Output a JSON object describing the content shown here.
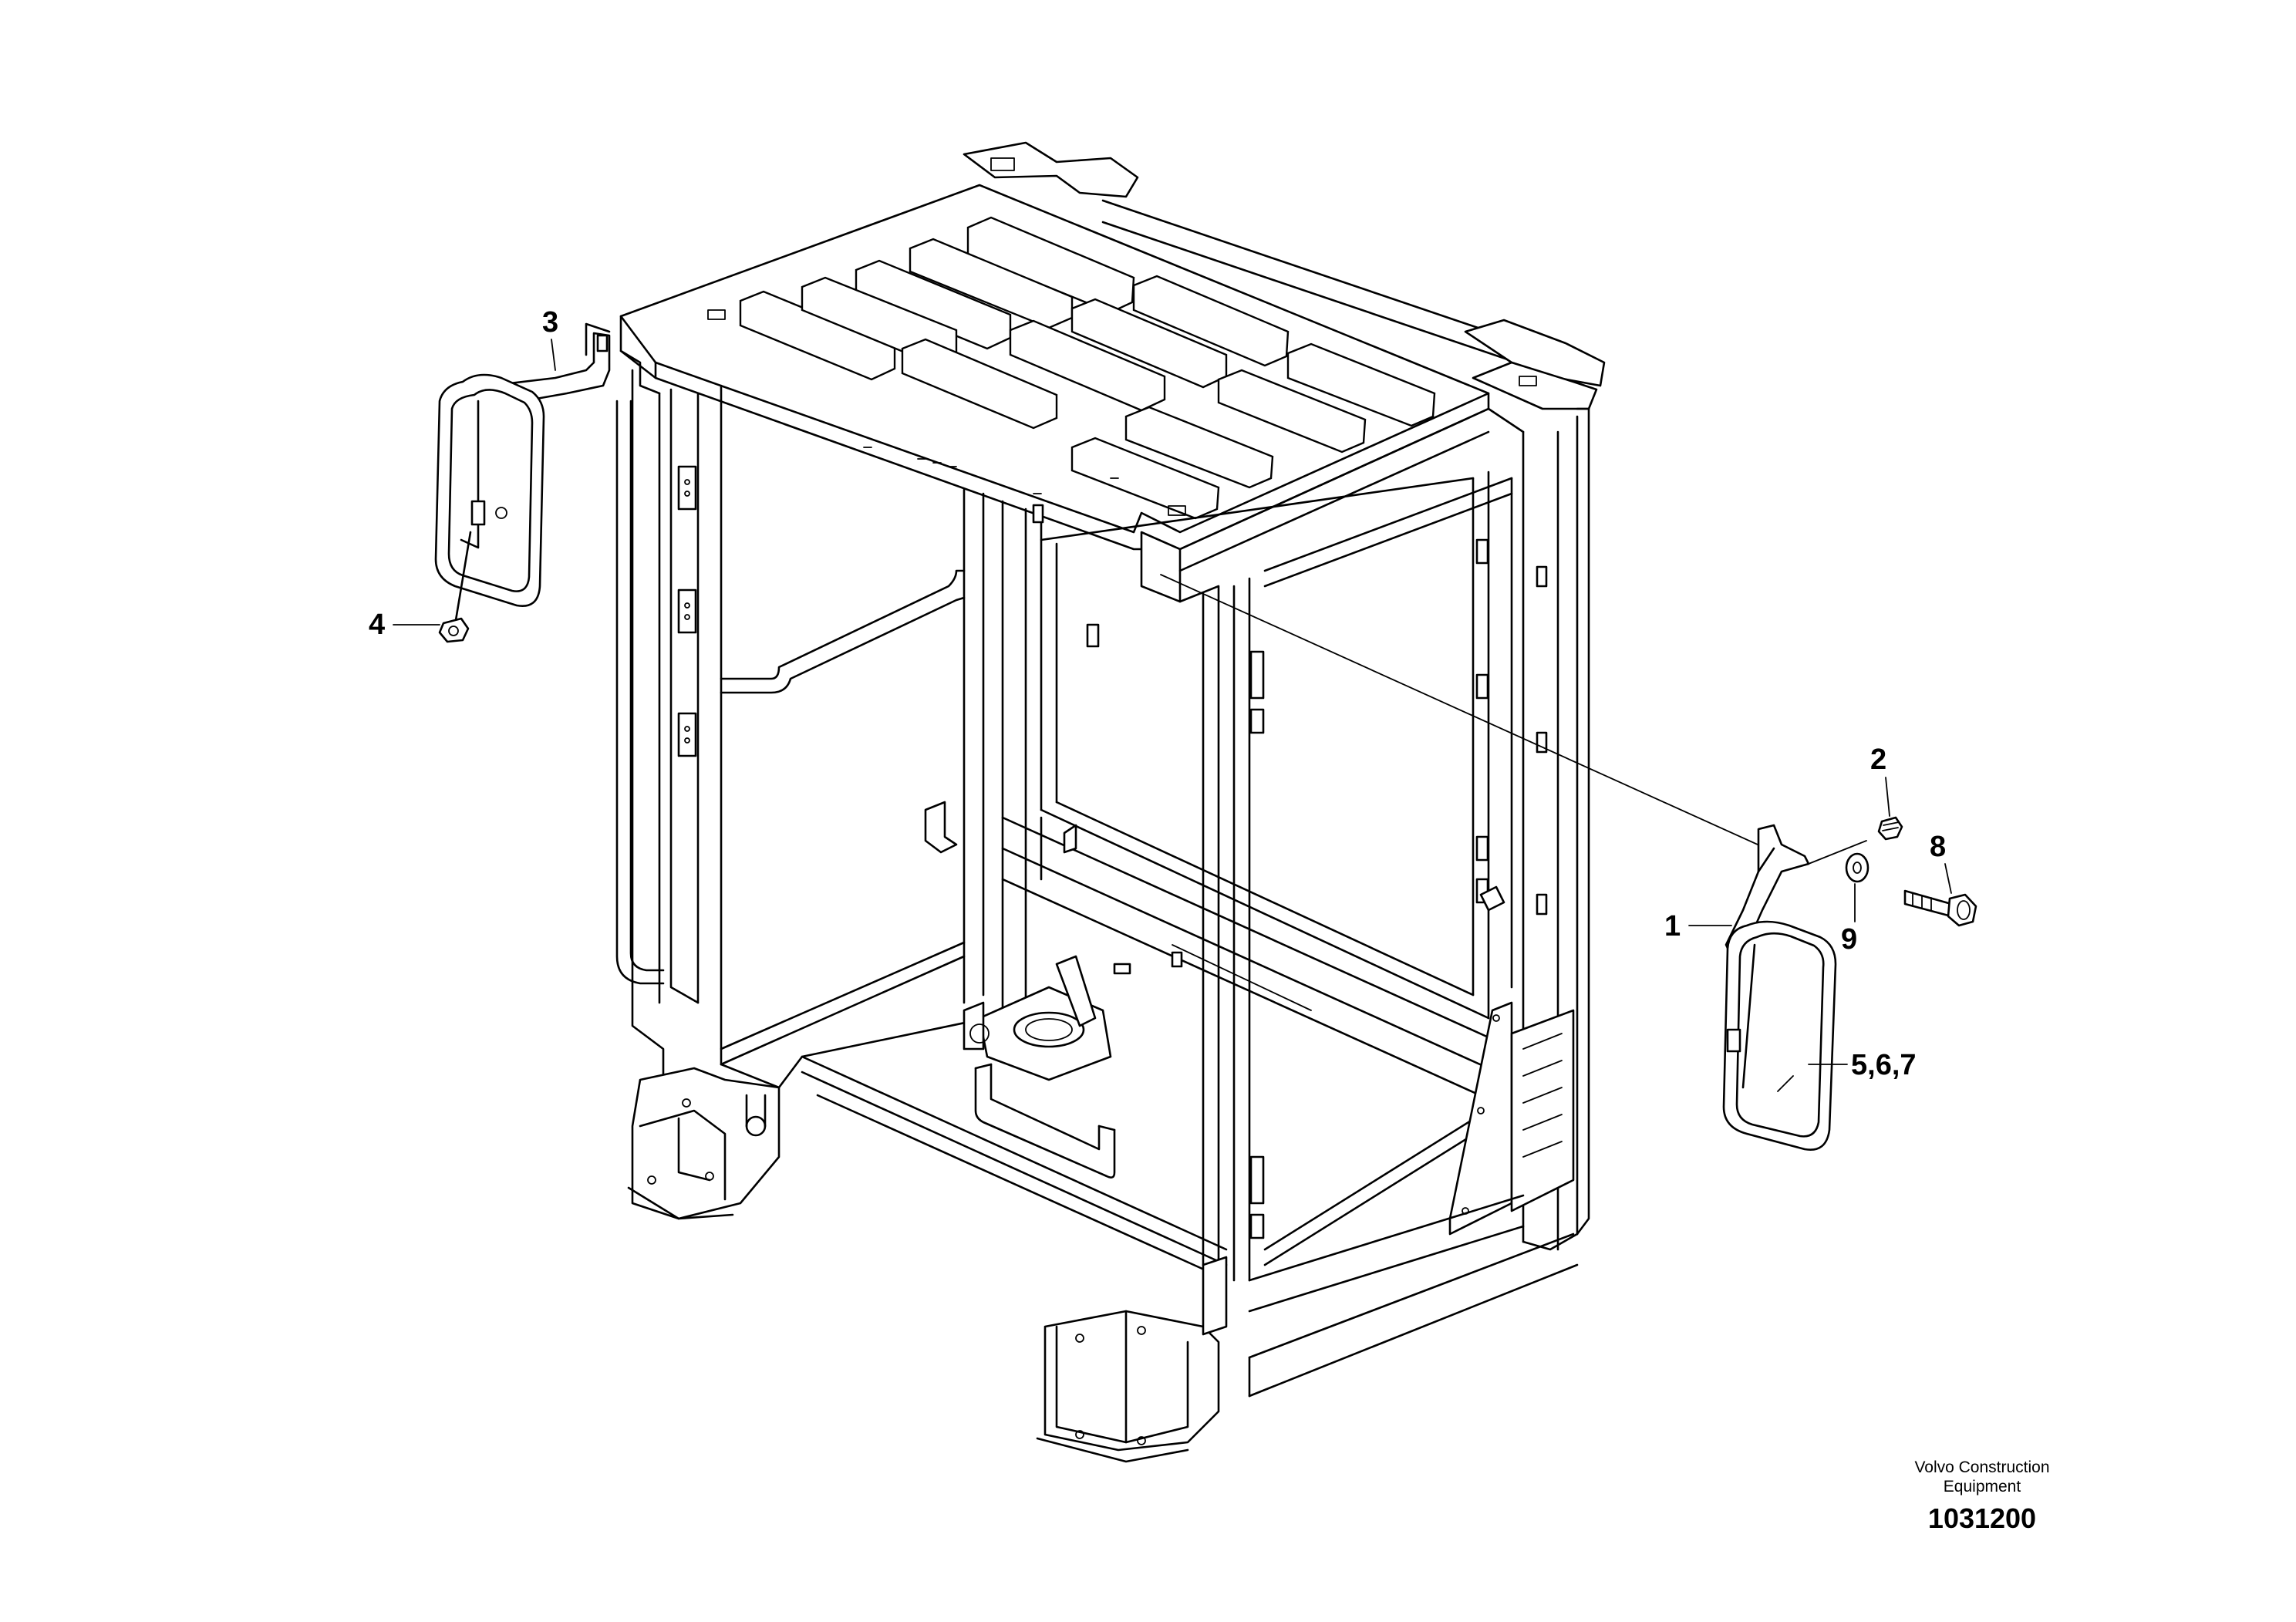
{
  "callouts": {
    "c1": "1",
    "c2": "2",
    "c3": "3",
    "c4": "4",
    "c5": "5,6,7",
    "c8": "8",
    "c9": "9"
  },
  "footer": {
    "brand_line1": "Volvo Construction",
    "brand_line2": "Equipment",
    "document_number": "1031200"
  }
}
